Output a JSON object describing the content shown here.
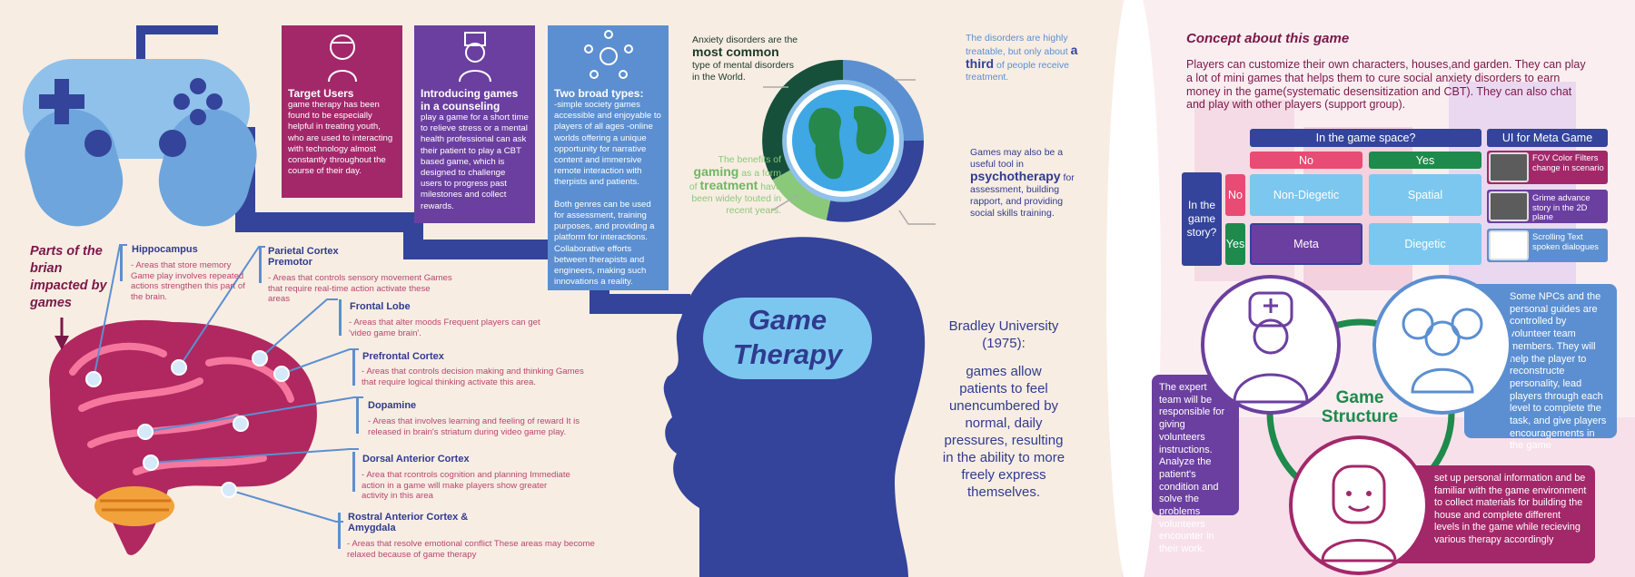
{
  "cards": {
    "target": {
      "title": "Target Users",
      "body": "game therapy has been found to be especially helpful in treating youth, who are used to interacting with technology almost constantly throughout the course of their day."
    },
    "counseling": {
      "title": "Introducing games in a counseling",
      "body": "play a game for a short time to relieve stress or a mental health professional can ask their patient to play a CBT based game, which is designed to challenge users to progress past milestones and collect rewards."
    },
    "types": {
      "title": "Two broad types:",
      "body1": "-simple society games accessible and enjoyable to players of all ages -online worlds offering a unique opportunity for narrative content and immersive remote interaction with therpists and patients.",
      "body2": "Both genres can be used for assessment, training purposes, and providing a platform for interactions. Collaborative efforts between therapists and engineers, making such innovations a reality."
    }
  },
  "donut": {
    "common": {
      "pre": "Anxiety disorders are the",
      "big": "most common",
      "post": "type of mental disorders in the World."
    },
    "third": {
      "pre": "The disorders are highly treatable, but only about",
      "big": "a third",
      "post": "of people receive treatment."
    },
    "treatment": {
      "pre": "The benefits of",
      "big1": "gaming",
      "mid": "as a form of",
      "big2": "treatment",
      "post": "have been widely touted in recent years."
    },
    "psycho": {
      "pre": "Games may also be a useful tool in",
      "big": "psychotherapy",
      "post": "for assessment, building rapport, and providing social skills training."
    }
  },
  "brain": {
    "heading": "Parts of the brian impacted by games",
    "parts": [
      {
        "name": "Hippocampus",
        "desc": "- Areas that store memory Game play involves repeated actions strengthen this part of the brain."
      },
      {
        "name": "Parietal Cortex Premotor",
        "desc": "- Areas that controls sensory movement Games that require real-time action activate these areas"
      },
      {
        "name": "Frontal Lobe",
        "desc": "- Areas that alter moods Frequent players can get 'video game brain'."
      },
      {
        "name": "Prefrontal Cortex",
        "desc": "- Areas that controls decision making and thinking Games that require logical thinking activate this area."
      },
      {
        "name": "Dopamine",
        "desc": "- Areas that involves learning and feeling of reward It is released in brain's striatum during video game play."
      },
      {
        "name": "Dorsal Anterior Cortex",
        "desc": "- Area that rcontrols cognition and planning Immediate action in a game will make players show greater activity in this area"
      },
      {
        "name": "Rostral Anterior Cortex & Amygdala",
        "desc": "- Areas that resolve emotional conflict These areas may become relaxed because of game therapy"
      }
    ]
  },
  "head": {
    "title1": "Game",
    "title2": "Therapy"
  },
  "quote": {
    "source": "Bradley University (1975):",
    "text": "games allow patients to feel unencumbered by normal, daily pressures, resulting in the ability to more freely express themselves."
  },
  "concept": {
    "title": "Concept about this game",
    "body": "Players can customize their own characters, houses,and garden. They can play a lot of mini games that helps them to cure social anxiety disorders to earn money in the game(systematic desensitization and CBT). They can also chat and play with other players (support group)."
  },
  "matrix": {
    "col_header": "In the game space?",
    "no": "No",
    "yes": "Yes",
    "row_header": "In the game story?",
    "cells": [
      "Non-Diegetic",
      "Spatial",
      "Meta",
      "Diegetic"
    ]
  },
  "ui_meta": {
    "title": "UI for Meta Game",
    "items": [
      {
        "label": "FOV Color Filters change in scenario"
      },
      {
        "label": "Grime advance story in the 2D plane"
      },
      {
        "label": "Scrolling Text spoken dialogues"
      }
    ]
  },
  "structure": {
    "title1": "Game",
    "title2": "Structure",
    "expert": "The expert team will be responsible for giving volunteers instructions. Analyze the patient's condition and solve the problems volunteers encounter in their work.",
    "npc": "Some NPCs and the personal guides are controlled by volunteer team members. They will help the player to reconstructe personality, lead players through each level to complete the task, and give players encouragements in the game",
    "player": "set up personal information and be familiar with the game environment to collect materials for building the house and complete different levels in the game while recieving various therapy accordingly"
  },
  "colors": {
    "navy": "#2f3b8f",
    "magenta": "#a3286a",
    "purple": "#6b3fa0",
    "blue": "#5b8fd1",
    "green": "#1e8a4c"
  }
}
